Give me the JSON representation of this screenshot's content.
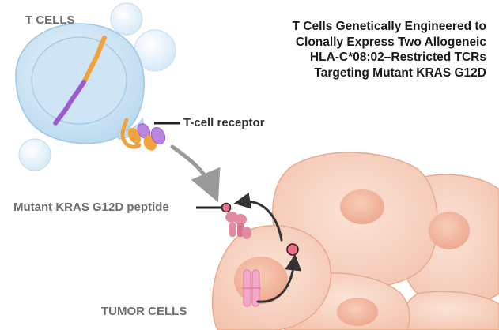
{
  "title": {
    "lines": [
      "T Cells Genetically Engineered to",
      "Clonally Express Two Allogeneic",
      "HLA-C*08:02–Restricted TCRs",
      "Targeting Mutant KRAS G12D"
    ]
  },
  "labels": {
    "t_cells": "T CELLS",
    "tcr": "T-cell receptor",
    "peptide": "Mutant KRAS G12D peptide",
    "tumor_cells": "TUMOR CELLS"
  },
  "colors": {
    "t_cell_fill": "#cfe5f5",
    "t_cell_edge": "#a9cde8",
    "nucleus_fill": "#bcd9ef",
    "tumor_fill": "#f7d3c1",
    "tumor_edge": "#e8a88c",
    "tumor_nucleus": "#f2b9a3",
    "tcr_orange": "#f0a23b",
    "tcr_purple": "#9a5bd0",
    "hla_pink": "#e58aa3",
    "peptide_dot": "#ef6f8a",
    "arrow_gray": "#9a9a9a",
    "arrow_dark": "#333333"
  }
}
